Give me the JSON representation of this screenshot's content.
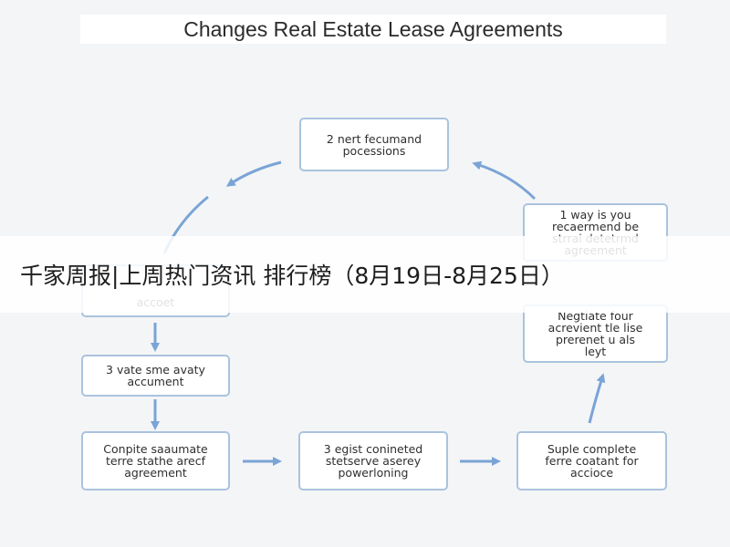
{
  "title": "Changes Real Estate Lease Agreements",
  "banner": "千家周报|上周热门资讯 排行榜（8月19日-8月25日）",
  "colors": {
    "arrow": "#7aa4d6",
    "box_border": "#aac3de",
    "background": "#f4f5f7"
  },
  "nodes": [
    {
      "id": "top",
      "text": "2 nert fecumand\npocessions"
    },
    {
      "id": "right-upper",
      "text": "1 way is you\nrecaermend be\nstrrai detetrmd\nagreement"
    },
    {
      "id": "right-middle",
      "text": "Negtiate four\nacrevient tle lise\nprerenet u als\nleyt"
    },
    {
      "id": "left-upper",
      "text": "accoet"
    },
    {
      "id": "left-middle",
      "text": "3 vate sme avaty\naccument"
    },
    {
      "id": "bottom-left",
      "text": "Conpite saaumate\nterre stathe arecf\nagreement"
    },
    {
      "id": "bottom-middle",
      "text": "3 egist conineted\nstetserve aserey\npowerloning"
    },
    {
      "id": "bottom-right",
      "text": "Suple complete\nferre coatant for\naccioce"
    }
  ]
}
